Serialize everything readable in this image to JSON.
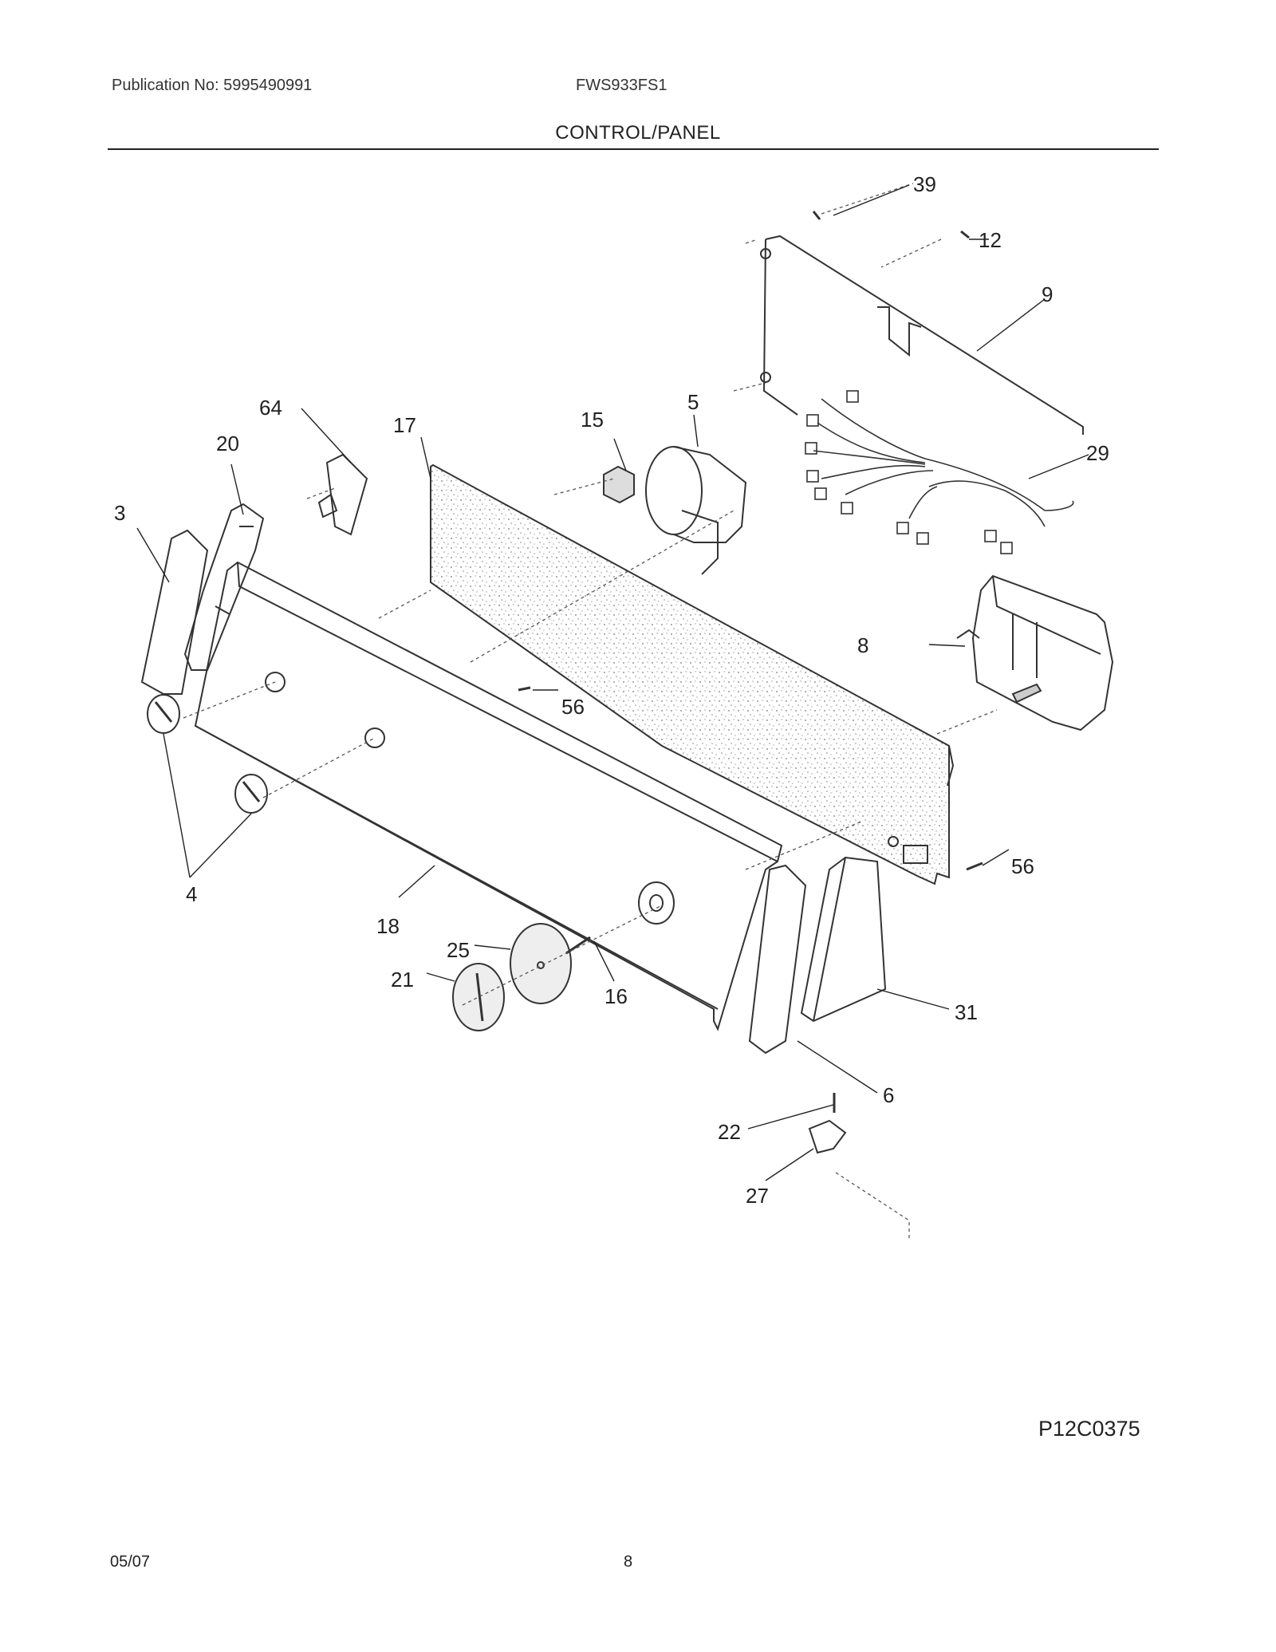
{
  "header": {
    "publication": "Publication No: 5995490991",
    "model": "FWS933FS1",
    "section_title": "CONTROL/PANEL"
  },
  "diagram": {
    "callouts": [
      "39",
      "12",
      "9",
      "64",
      "17",
      "15",
      "5",
      "29",
      "20",
      "3",
      "8",
      "56",
      "56",
      "4",
      "18",
      "25",
      "21",
      "16",
      "31",
      "6",
      "22",
      "27"
    ]
  },
  "footer": {
    "drawing_code": "P12C0375",
    "date": "05/07",
    "page": "8"
  }
}
